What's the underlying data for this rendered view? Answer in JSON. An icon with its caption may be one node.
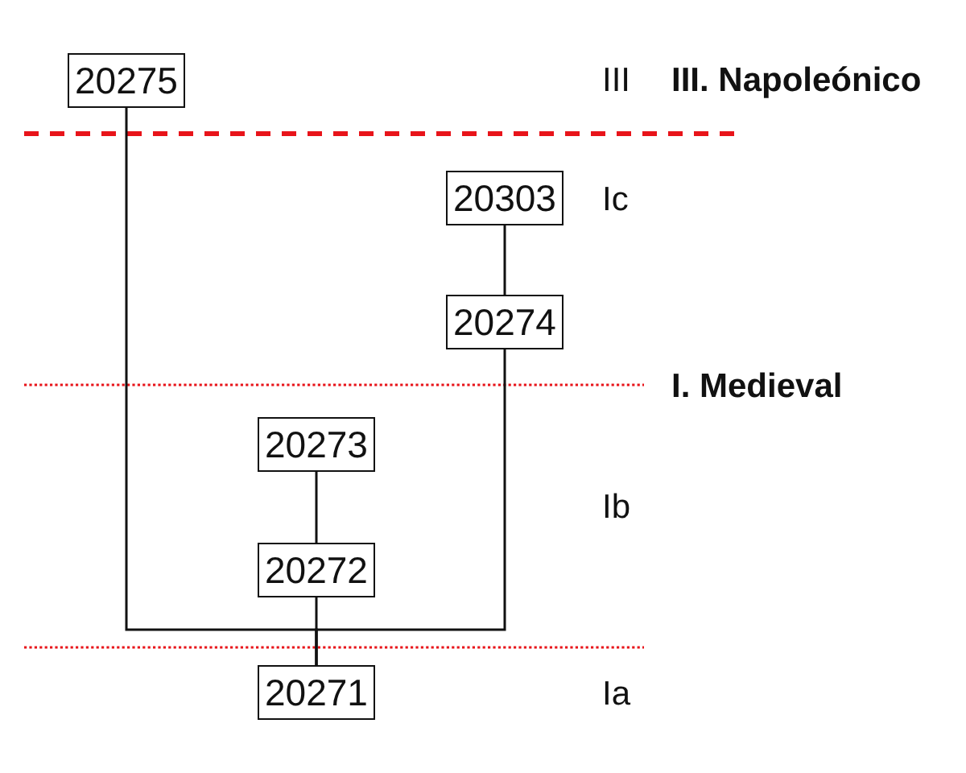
{
  "diagram": {
    "nodes": [
      {
        "text": [
          "20275"
        ]
      },
      {
        "text": [
          "20303"
        ]
      },
      {
        "text": [
          "20274"
        ]
      },
      {
        "text": [
          "20273"
        ]
      },
      {
        "text": [
          "20272"
        ]
      },
      {
        "text": [
          "20271"
        ]
      }
    ],
    "edges": [
      {
        "from": 0,
        "to": 5,
        "arrow": "none"
      },
      {
        "from": 1,
        "to": 2,
        "arrow": "none"
      },
      {
        "from": 2,
        "to": 5,
        "arrow": "none"
      },
      {
        "from": 3,
        "to": 4,
        "arrow": "none"
      },
      {
        "from": 4,
        "to": 5,
        "arrow": "none"
      }
    ],
    "labels": [
      "III",
      "III. Napoleónico",
      "Ic",
      "I. Medieval",
      "Ib",
      "Ia"
    ]
  }
}
